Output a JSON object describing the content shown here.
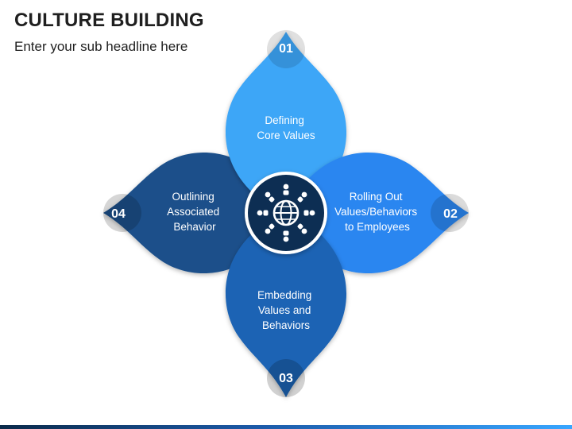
{
  "header": {
    "title": "CULTURE BUILDING",
    "subtitle": "Enter your sub headline here"
  },
  "center": {
    "icon": "people-globe-icon"
  },
  "petals": [
    {
      "number": "01",
      "line1": "Defining",
      "line2": "Core Values",
      "line3": ""
    },
    {
      "number": "02",
      "line1": "Rolling Out",
      "line2": "Values/Behaviors",
      "line3": "to Employees"
    },
    {
      "number": "03",
      "line1": "Embedding",
      "line2": "Values and",
      "line3": "Behaviors"
    },
    {
      "number": "04",
      "line1": "Outlining",
      "line2": "Associated",
      "line3": "Behavior"
    }
  ],
  "colors": {
    "petal_01": "#3ea6f7",
    "petal_02": "#2b86f0",
    "petal_03": "#1c64b4",
    "petal_04": "#1a4f8a",
    "center": "#0f2f52",
    "text": "#ffffff"
  }
}
